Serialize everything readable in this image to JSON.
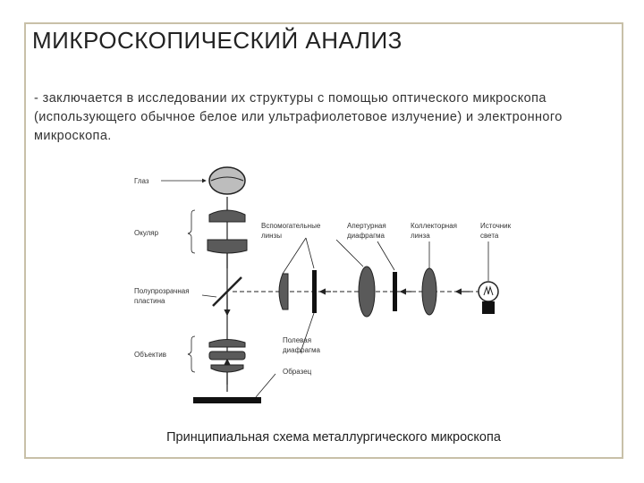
{
  "title": "МИКРОСКОПИЧЕСКИЙ АНАЛИЗ",
  "intro": "- заключается в исследовании их структуры с помощью оптического микроскопа (использующего обычное белое или ультрафиолетовое излучение) и электронного микроскопа.",
  "diagram": {
    "labels": {
      "eye": "Глаз",
      "eyepiece": "Окуляр",
      "half_plate_1": "Полупрозрачная",
      "half_plate_2": "пластина",
      "objective": "Объектив",
      "aux_lenses_1": "Вспомогательные",
      "aux_lenses_2": "линзы",
      "aperture_1": "Апертурная",
      "aperture_2": "диафрагма",
      "collector_1": "Коллекторная",
      "collector_2": "линза",
      "source_1": "Источник",
      "source_2": "света",
      "field_diaphragm_1": "Полевая",
      "field_diaphragm_2": "диафрагма",
      "specimen": "Образец"
    }
  },
  "caption": "Принципиальная схема металлургического микроскопа",
  "colors": {
    "frame": "#c8c0a8",
    "ink": "#222222"
  }
}
